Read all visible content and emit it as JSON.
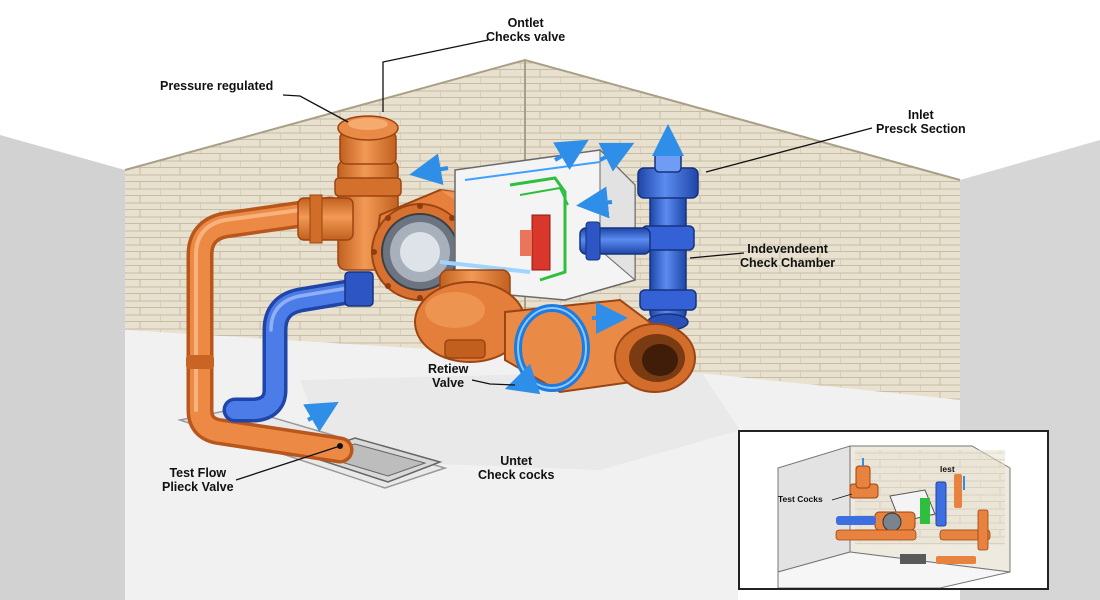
{
  "labels": {
    "outlet_check": {
      "line1": "Ontlet",
      "line2": "Checks valve"
    },
    "pressure_regulated": "Pressure regulated",
    "inlet_section": {
      "line1": "Inlet",
      "line2": "Presck Section"
    },
    "check_chamber": {
      "line1": "Indevendeent",
      "line2": "Check Chamber"
    },
    "relief_valve": {
      "line1": "Retiew",
      "line2": "Valve"
    },
    "test_flow_valve": {
      "line1": "Test Flow",
      "line2": "Plieck Valve"
    },
    "check_cocks": {
      "line1": "Untet",
      "line2": "Check cocks"
    }
  },
  "inset": {
    "test_cocks": "Test Cocks",
    "small_label": "lest"
  },
  "colors": {
    "wall": "#e8e1cf",
    "brick_line": "#bfb59c",
    "floor": "#f3f3f3",
    "surround": "#cfcfcf",
    "orange_pipe": "#e8823f",
    "orange_dark": "#b9561c",
    "blue_pipe": "#3e6fe0",
    "blue_dark": "#1f45a8",
    "arrow_blue": "#2f8fe8",
    "green_line": "#2fbf3f",
    "red_part": "#d9372b"
  }
}
